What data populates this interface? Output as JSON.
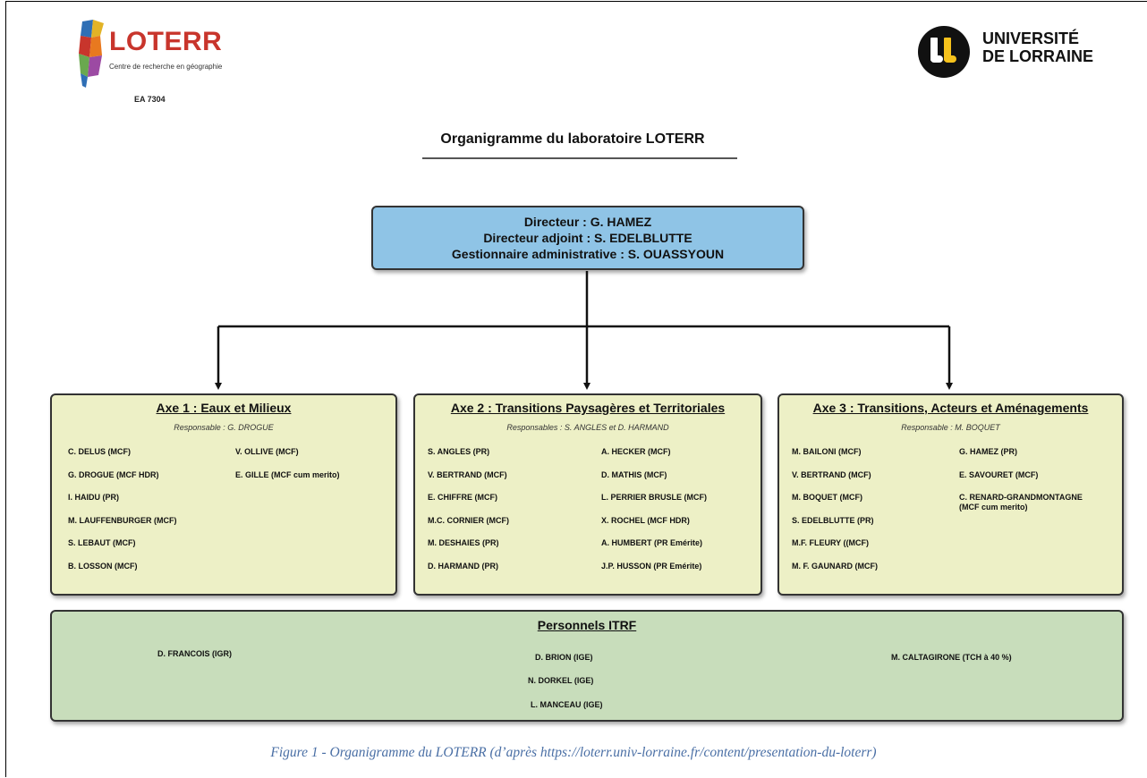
{
  "logos": {
    "loterr": {
      "name": "LOTERR",
      "subtitle": "Centre de recherche en géographie",
      "ea": "EA 7304"
    },
    "universite": {
      "line1": "UNIVERSITÉ",
      "line2": "DE LORRAINE"
    }
  },
  "title": "Organigramme du laboratoire LOTERR",
  "director_box": {
    "line1": "Directeur : G. HAMEZ",
    "line2": "Directeur adjoint : S. EDELBLUTTE",
    "line3": "Gestionnaire administrative : S. OUASSYOUN"
  },
  "axes": [
    {
      "title": "Axe 1 : Eaux et Milieux",
      "responsable": "Responsable : G. DROGUE",
      "col1": [
        "C. DELUS (MCF)",
        "G. DROGUE (MCF HDR)",
        "I. HAIDU (PR)",
        "M. LAUFFENBURGER (MCF)",
        "S. LEBAUT (MCF)",
        "B. LOSSON (MCF)"
      ],
      "col2": [
        "V. OLLIVE (MCF)",
        "E. GILLE (MCF cum merito)"
      ]
    },
    {
      "title": "Axe 2 : Transitions Paysagères et Territoriales",
      "responsable": "Responsables : S. ANGLES et D. HARMAND",
      "col1": [
        "S. ANGLES (PR)",
        "V. BERTRAND (MCF)",
        "E. CHIFFRE (MCF)",
        "M.C. CORNIER (MCF)",
        "M. DESHAIES (PR)",
        "D. HARMAND (PR)"
      ],
      "col2": [
        "A. HECKER (MCF)",
        "D. MATHIS (MCF)",
        "L. PERRIER BRUSLE (MCF)",
        "X. ROCHEL (MCF HDR)",
        "A. HUMBERT (PR Emérite)",
        "J.P. HUSSON (PR Emérite)"
      ]
    },
    {
      "title": "Axe 3 : Transitions, Acteurs et Aménagements",
      "responsable": "Responsable : M. BOQUET",
      "col1": [
        "M. BAILONI (MCF)",
        "V. BERTRAND (MCF)",
        "M. BOQUET (MCF)",
        "S. EDELBLUTTE (PR)",
        "M.F. FLEURY ((MCF)",
        "M. F. GAUNARD (MCF)"
      ],
      "col2": [
        "G. HAMEZ (PR)",
        "E. SAVOURET (MCF)",
        "C. RENARD-GRANDMONTAGNE\n(MCF cum merito)"
      ]
    }
  ],
  "itrf": {
    "title": "Personnels ITRF",
    "left": "D. FRANCOIS (IGR)",
    "center": [
      "D. BRION (IGE)",
      "N. DORKEL (IGE)",
      "L. MANCEAU (IGE)"
    ],
    "right": "M. CALTAGIRONE (TCH à 40 %)"
  },
  "caption": "Figure 1 - Organigramme du LOTERR (d’après https://loterr.univ-lorraine.fr/content/presentation-du-loterr)",
  "colors": {
    "director_fill": "#8fc4e6",
    "axe_fill": "#edf0c6",
    "itrf_fill": "#c8ddbb",
    "loterr_red": "#c8352c",
    "ul_yellow": "#f6c21c",
    "caption_blue": "#4a6fa5"
  }
}
